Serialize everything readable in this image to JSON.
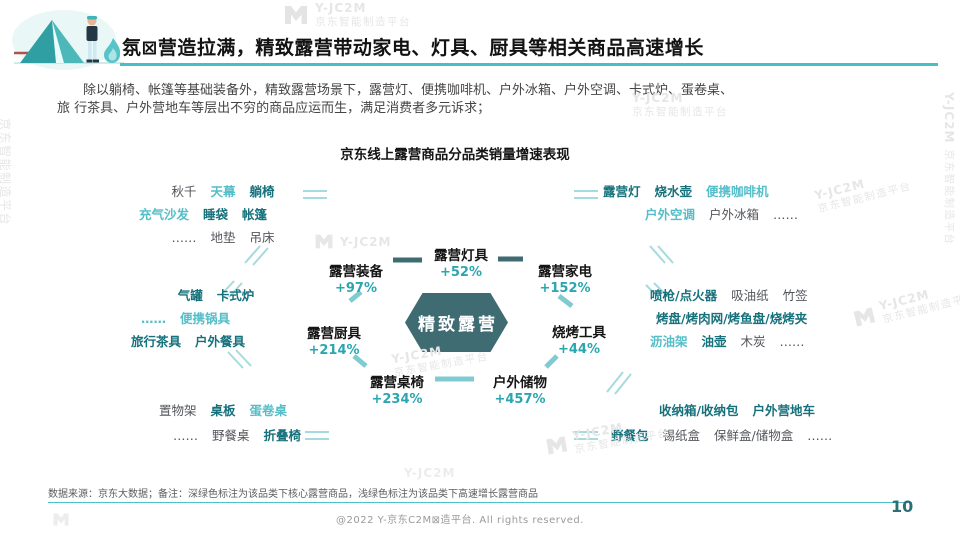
{
  "colors": {
    "accent_teal": "#49BFC5",
    "core_item_teal": "#17717C",
    "growth_item_teal": "#55BEC9",
    "plain_item_gray": "#53565B",
    "hexagon_fill": "#3F6B72",
    "growth_percent_teal": "#2AA6AF",
    "watermark_gray": "#E6E6E6"
  },
  "icons": {
    "header_illustration": "camping-tent-person-campfire",
    "watermark_logo": "jd-c2m-m-logo"
  },
  "header": {
    "title": "氛⊠营造拉满，精致露营带动家电、灯具、厨具等相关商品高速增长",
    "paragraph_line1": "除以躺椅、帐篷等基础装备外，精致露营场景下，露营灯、便携咖啡机、户外冰箱、户外空调、卡式炉、蛋卷桌、",
    "paragraph_line2": "旅 行茶具、户外营地车等层出不穷的商品应运而生，满足消费者多元诉求；"
  },
  "diagram": {
    "title": "京东线上露营商品分品类销量增速表现",
    "center_label": "精致露营",
    "nodes": [
      {
        "label": "露营灯具",
        "growth": "+52%"
      },
      {
        "label": "露营装备",
        "growth": "+97%"
      },
      {
        "label": "露营家电",
        "growth": "+152%"
      },
      {
        "label": "露营厨具",
        "growth": "+214%"
      },
      {
        "label": "烧烤工具",
        "growth": "+44%"
      },
      {
        "label": "露营桌椅",
        "growth": "+234%"
      },
      {
        "label": "户外储物",
        "growth": "+457%"
      }
    ]
  },
  "lists": {
    "tl": {
      "rows": [
        [
          {
            "t": "秋千",
            "c": "plain"
          },
          {
            "t": "天幕",
            "c": "growth"
          },
          {
            "t": "躺椅",
            "c": "core"
          }
        ],
        [
          {
            "t": "充气沙发",
            "c": "growth"
          },
          {
            "t": "睡袋",
            "c": "core"
          },
          {
            "t": "帐篷",
            "c": "core"
          }
        ],
        [
          {
            "t": "……",
            "c": "plain"
          },
          {
            "t": "地垫",
            "c": "plain"
          },
          {
            "t": "吊床",
            "c": "plain"
          }
        ]
      ]
    },
    "lm": {
      "rows": [
        [
          {
            "t": "气罐",
            "c": "core"
          },
          {
            "t": "卡式炉",
            "c": "core"
          }
        ],
        [
          {
            "t": "……",
            "c": "growth"
          },
          {
            "t": "便携锅具",
            "c": "growth"
          }
        ],
        [
          {
            "t": "旅行茶具",
            "c": "core"
          },
          {
            "t": "户外餐具",
            "c": "core"
          }
        ]
      ]
    },
    "bl": {
      "rows": [
        [
          {
            "t": "置物架",
            "c": "plain"
          },
          {
            "t": "桌板",
            "c": "core"
          },
          {
            "t": "蛋卷桌",
            "c": "growth"
          }
        ],
        [
          {
            "t": "……",
            "c": "plain"
          },
          {
            "t": "野餐桌",
            "c": "plain"
          },
          {
            "t": "折叠椅",
            "c": "core"
          }
        ]
      ]
    },
    "tr": {
      "rows": [
        [
          {
            "t": "露营灯",
            "c": "core"
          },
          {
            "t": "烧水壶",
            "c": "core"
          },
          {
            "t": "便携咖啡机",
            "c": "growth"
          }
        ],
        [
          {
            "t": "户外空调",
            "c": "growth"
          },
          {
            "t": "户外冰箱",
            "c": "plain"
          },
          {
            "t": "……",
            "c": "plain"
          }
        ]
      ]
    },
    "rm": {
      "rows": [
        [
          {
            "t": "喷枪/点火器",
            "c": "core"
          },
          {
            "t": "吸油纸",
            "c": "plain"
          },
          {
            "t": "竹签",
            "c": "plain"
          }
        ],
        [
          {
            "t": "烤盘/烤肉网/烤鱼盘/烧烤夹",
            "c": "core"
          }
        ],
        [
          {
            "t": "沥油架",
            "c": "growth"
          },
          {
            "t": "油壶",
            "c": "core"
          },
          {
            "t": "木炭",
            "c": "plain"
          },
          {
            "t": "……",
            "c": "plain"
          }
        ]
      ]
    },
    "br": {
      "rows": [
        [
          {
            "t": "收纳箱/收纳包",
            "c": "core"
          },
          {
            "t": "户外营地车",
            "c": "core"
          }
        ],
        [
          {
            "t": "野餐包",
            "c": "core"
          },
          {
            "t": "锡纸盒",
            "c": "plain"
          },
          {
            "t": "保鲜盒/储物盒",
            "c": "plain"
          },
          {
            "t": "……",
            "c": "plain"
          }
        ]
      ]
    }
  },
  "watermark": {
    "brand": "Y-JC2M",
    "name": "京东智能制造平台"
  },
  "footer": {
    "note": "数据来源：京东大数据；备注：深绿色标注为该品类下核心露营商品，浅绿色标注为该品类下高速增长露营商品",
    "copyright": "@2022 Y-京东C2M⊠造平台. All rights reserved.",
    "page_number": "10"
  }
}
